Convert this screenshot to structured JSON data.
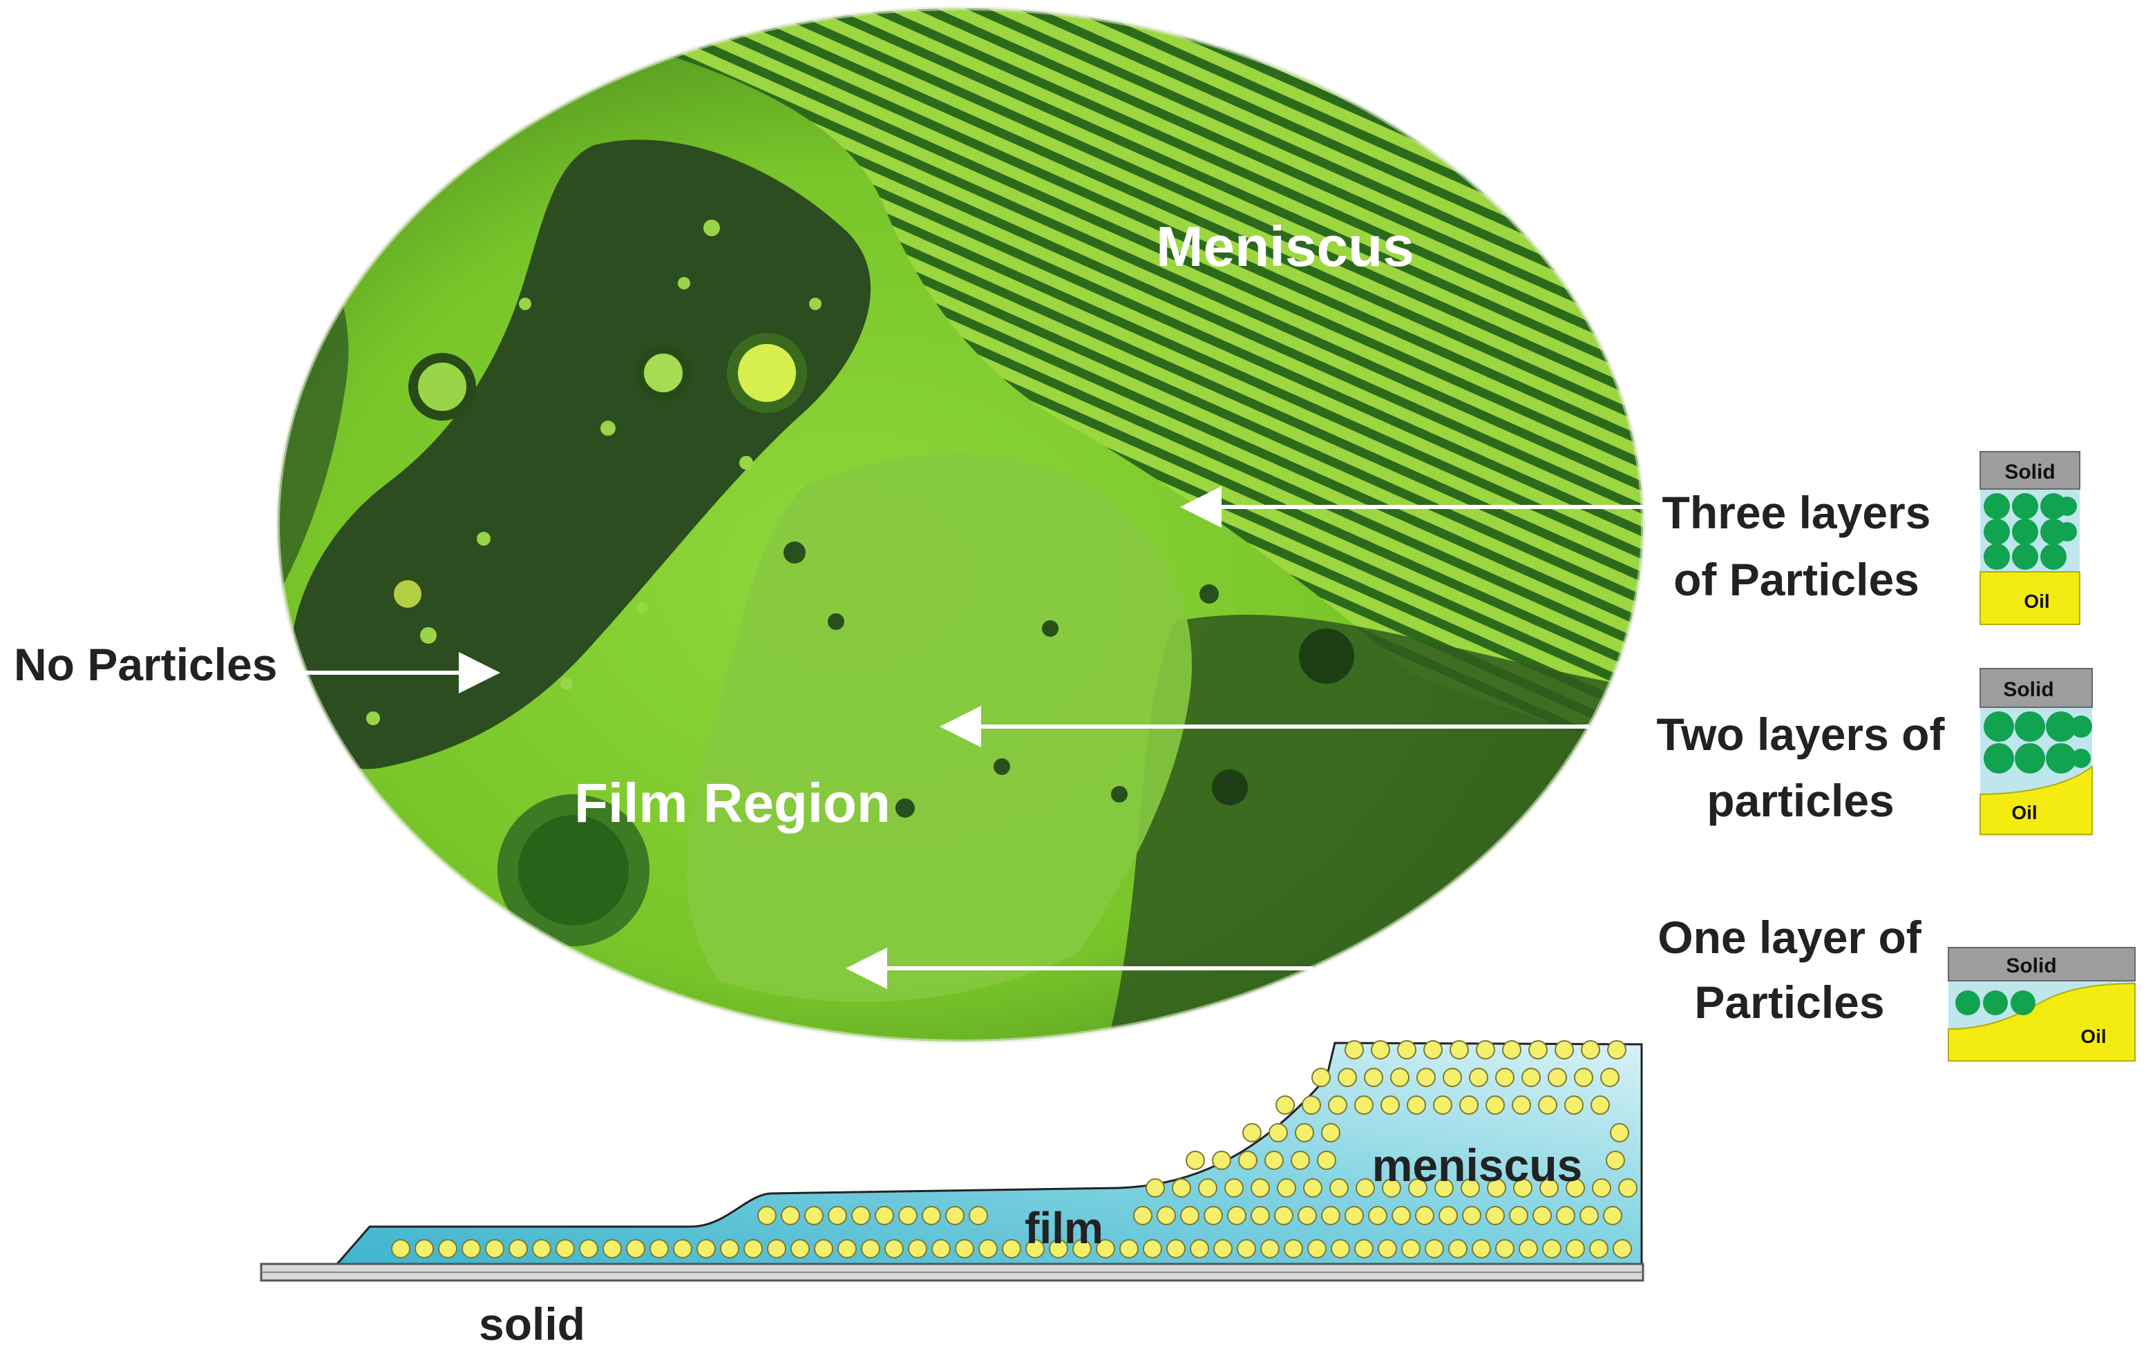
{
  "micrograph": {
    "meniscus_label": "Meniscus",
    "film_region_label": "Film Region"
  },
  "left_annotation": {
    "no_particles_label": "No Particles"
  },
  "right_annotations": [
    {
      "line1": "Three layers",
      "line2": "of Particles",
      "layers": 3
    },
    {
      "line1": "Two layers of",
      "line2": "particles",
      "layers": 2
    },
    {
      "line1": "One layer of",
      "line2": "Particles",
      "layers": 1
    }
  ],
  "inset": {
    "solid_label": "Solid",
    "oil_label": "Oil"
  },
  "cross_section": {
    "solid_label": "solid",
    "film_label": "film",
    "meniscus_label": "meniscus"
  },
  "colors": {
    "film_green": "#7fd12a",
    "dark_green": "#2f5a1c",
    "particle_green": "#11a34f",
    "oil_yellow": "#f4ec11",
    "solid_gray": "#9d9d9d",
    "liquid_cyan": "#5ec9dc",
    "particle_yellow": "#f5f06c"
  }
}
